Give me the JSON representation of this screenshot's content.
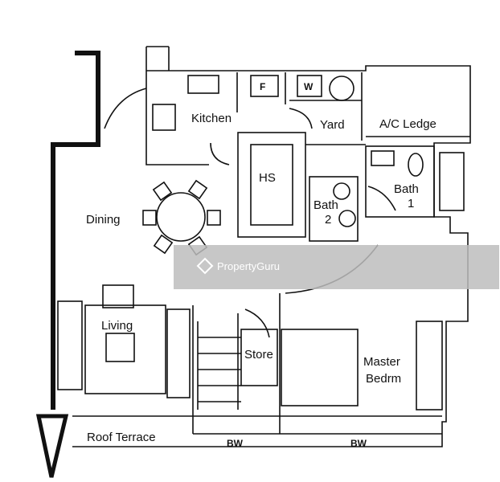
{
  "rooms": {
    "kitchen": "Kitchen",
    "yard": "Yard",
    "ac_ledge": "A/C Ledge",
    "hs": "HS",
    "bath1_line1": "Bath",
    "bath1_line2": "1",
    "bath2_line1": "Bath",
    "bath2_line2": "2",
    "dining": "Dining",
    "living": "Living",
    "store": "Store",
    "master_line1": "Master",
    "master_line2": "Bedrm",
    "roof_terrace": "Roof Terrace",
    "bw_left": "BW",
    "bw_right": "BW"
  },
  "appliances": {
    "fridge": "F",
    "washer": "W"
  },
  "watermark": {
    "text": "PropertyGuru"
  },
  "colors": {
    "wall": "#111111",
    "watermark_band": "#bdbdbd"
  }
}
